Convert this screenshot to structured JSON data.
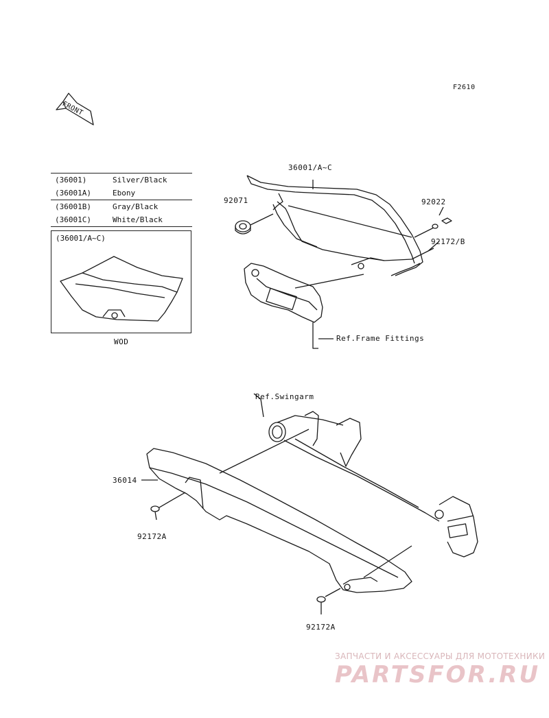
{
  "figure_code": "F2610",
  "front_marker": "FRONT",
  "legend": [
    {
      "code": "(36001)",
      "color": "Silver/Black"
    },
    {
      "code": "(36001A)",
      "color": "Ebony"
    },
    {
      "code": "(36001B)",
      "color": "Gray/Black"
    },
    {
      "code": "(36001C)",
      "color": "White/Black"
    }
  ],
  "inset": {
    "title": "(36001/A~C)",
    "caption": "WOD"
  },
  "parts": {
    "side_cover": "36001/A~C",
    "grommet": "92071",
    "collar": "92022",
    "bolt_upper": "92172/B",
    "ref_frame": "Ref.Frame Fittings",
    "ref_swingarm": "Ref.Swingarm",
    "chain_cover": "36014",
    "bolt_left": "92172A",
    "bolt_bottom": "92172A"
  },
  "watermark": {
    "tagline": "ЗАПЧАСТИ И АКСЕССУАРЫ ДЛЯ МОТОТЕХНИКИ",
    "logo": "PARTSFOR.RU",
    "color": "#e9c4c8"
  }
}
